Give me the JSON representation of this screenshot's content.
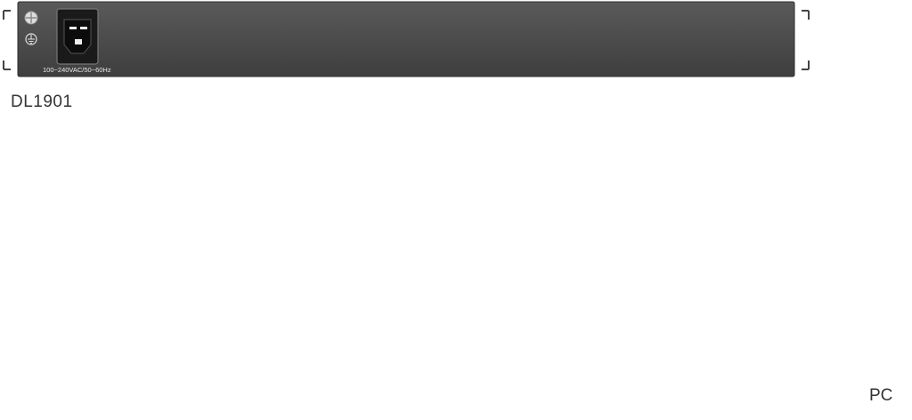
{
  "model_label": "DL1901",
  "power_rating": "100~240VAC/50~60Hz",
  "pc_label": "PC",
  "colors": {
    "panel": "#4a4a4a",
    "vga_blue": "#2a7fd8",
    "ps2_keyboard_purple": "#8a3cb0",
    "ps2_mouse_green": "#3cc8a0",
    "cable": "#555555"
  },
  "icons": {
    "ground": "ground-icon",
    "power_socket": "power-inlet-icon",
    "power_switch": "power-switch-icon",
    "monitor": "monitor-icon",
    "mouse": "mouse-icon",
    "keyboard": "keyboard-icon"
  }
}
